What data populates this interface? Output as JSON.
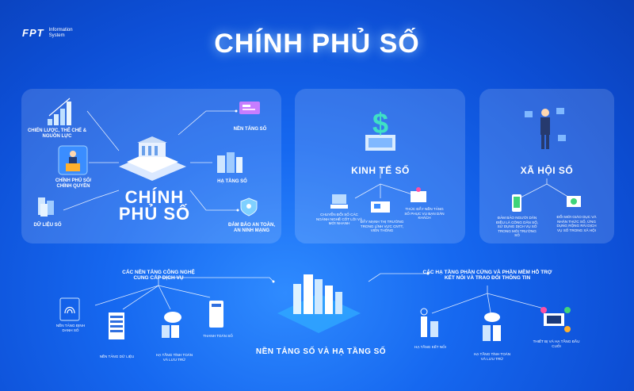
{
  "logo": {
    "brand": "FPT",
    "line1": "Information",
    "line2": "System"
  },
  "title": "CHÍNH PHỦ SỐ",
  "panel_gov": {
    "center_line1": "CHÍNH",
    "center_line2": "PHỦ SỐ",
    "items": {
      "strategy": "CHIẾN LƯỢC, THỂ CHẾ & NGUỒN LỰC",
      "digital_gov": "CHÍNH PHỦ SỐ/ CHÍNH QUYỀN",
      "data": "DỮ LIỆU SỐ",
      "platform": "NỀN TẢNG SỐ",
      "infra": "HẠ TẦNG SỐ",
      "security_1": "ĐẢM BẢO AN TOÀN,",
      "security_2": "AN NINH MẠNG"
    }
  },
  "panel_economy": {
    "title": "KINH TẾ SỐ",
    "items": {
      "a": "CHUYỂN ĐỔI SỐ CÁC NGÀNH NGHỀ CỐT LÕI VÀ MỚI NHANH",
      "b": "ĐẨY MẠNH THỊ TRƯỜNG TRONG LĨNH VỰC CNTT, VIỄN THÔNG",
      "c": "THÚC ĐẨY NỀN TẢNG SỐ PHỤC VỤ BẠN DÂN KHÁCH"
    }
  },
  "panel_society": {
    "title": "XÃ HỘI SỐ",
    "items": {
      "a": "ĐẢM BẢO NGƯỜI DÂN ĐIỀU LÀ CÔNG DÂN SỐ, SỬ DỤNG DỊCH VỤ SỐ TRONG MÔI TRƯỜNG SỐ",
      "b": "ĐỔI MỚI GIÁO DỤC VÀ NHẬN THỨC SỐ, ỨNG DỤNG RỘNG RÃI DỊCH VỤ SỐ TRONG XÃ HỘI"
    }
  },
  "bottom": {
    "center": "NỀN TẢNG SỐ VÀ HẠ TẦNG SỐ",
    "left_head_1": "CÁC NỀN TẢNG CÔNG NGHỆ",
    "left_head_2": "CUNG CẤP DỊCH VỤ",
    "left_items": {
      "id": "NỀN TẢNG ĐỊNH DANH SỐ",
      "data": "NỀN TẢNG DỮ LIỆU",
      "compute": "HẠ TẦNG TÍNH TOÁN VÀ LƯU TRỮ",
      "pay": "THANH TOÁN SỐ"
    },
    "right_head_1": "CÁC HẠ TẦNG PHẦN CỨNG VÀ PHẦN MỀM HỖ TRỢ",
    "right_head_2": "KẾT NỐI VÀ TRAO ĐỔI THÔNG TIN",
    "right_items": {
      "connect": "HẠ TẦNG KẾT NỐI",
      "compute": "HẠ TẦNG TÍNH TOÁN VÀ LƯU TRỮ",
      "devices": "THIẾT BỊ VÀ HẠ TẦNG ĐẦU CUỐI"
    }
  }
}
